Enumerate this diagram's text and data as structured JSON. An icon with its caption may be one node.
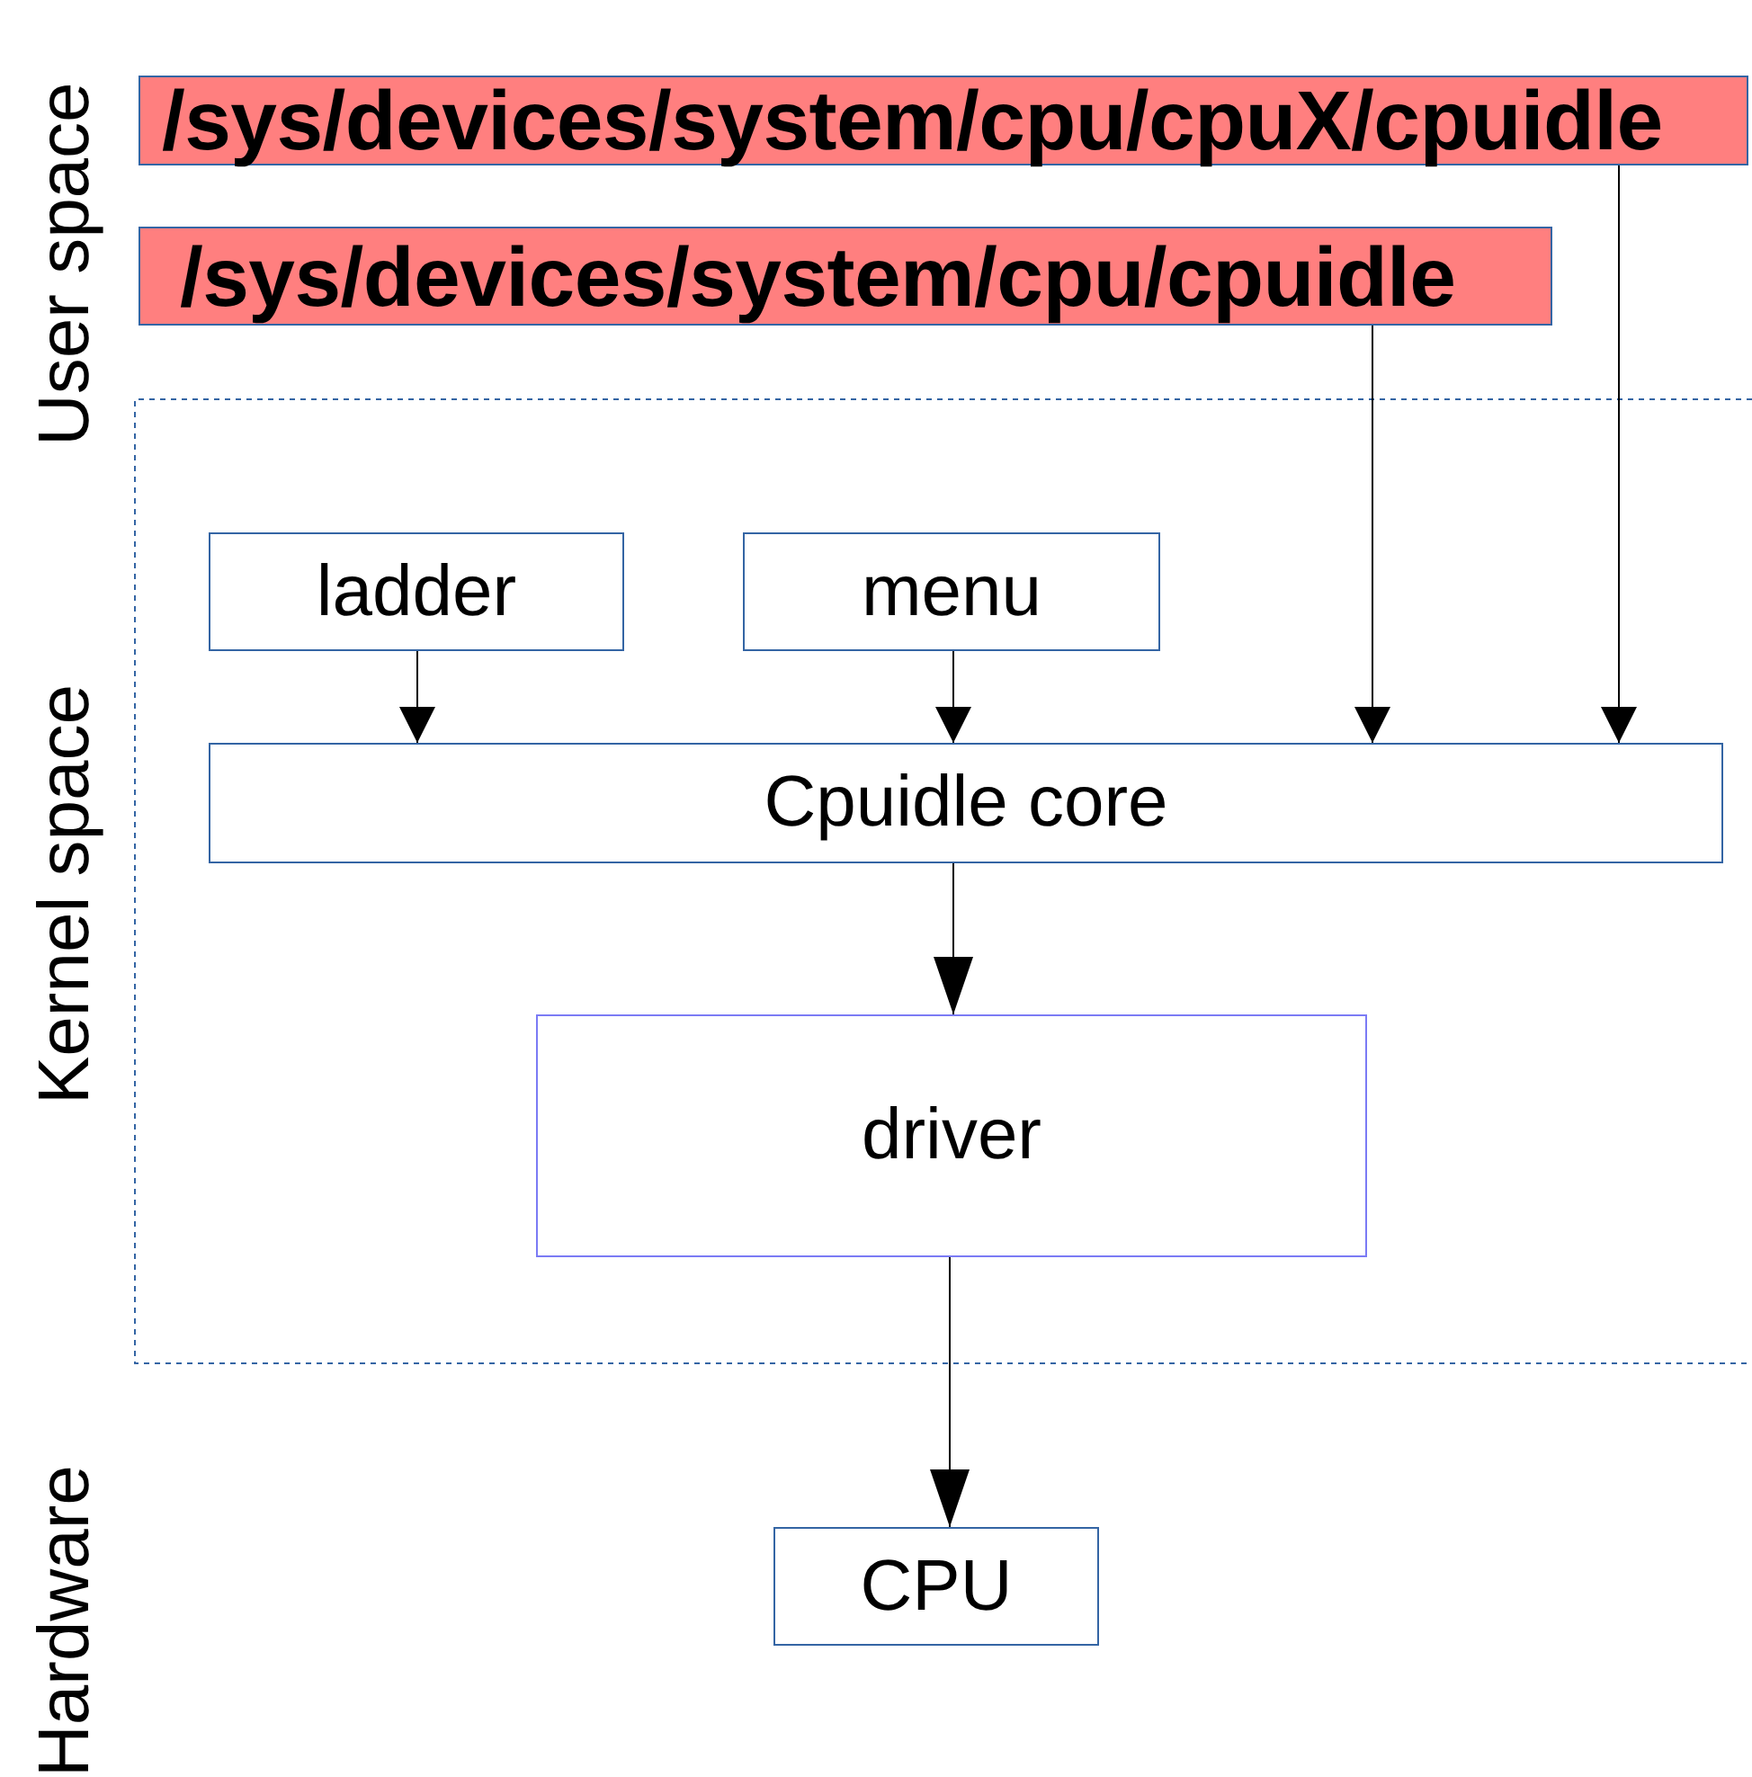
{
  "diagram": {
    "nodes": [
      {
        "text": [
          "/sys/devices/system/cpu/cpuX/cpuidle"
        ]
      },
      {
        "text": [
          "/sys/devices/system/cpu/cpuidle"
        ]
      },
      {
        "text": [
          "ladder"
        ]
      },
      {
        "text": [
          "menu"
        ]
      },
      {
        "text": [
          "Cpuidle core"
        ]
      },
      {
        "text": [
          "driver"
        ]
      },
      {
        "text": [
          "CPU"
        ]
      }
    ],
    "edges": [
      {
        "from": 2,
        "to": 4,
        "arrow": "to"
      },
      {
        "from": 3,
        "to": 4,
        "arrow": "to"
      },
      {
        "from": 1,
        "to": 4,
        "arrow": "to"
      },
      {
        "from": 0,
        "to": 4,
        "arrow": "to"
      },
      {
        "from": 4,
        "to": 5,
        "arrow": "to"
      },
      {
        "from": 5,
        "to": 6,
        "arrow": "to"
      }
    ],
    "labels": [
      "User space",
      "Kernel space",
      "Hardware"
    ]
  }
}
